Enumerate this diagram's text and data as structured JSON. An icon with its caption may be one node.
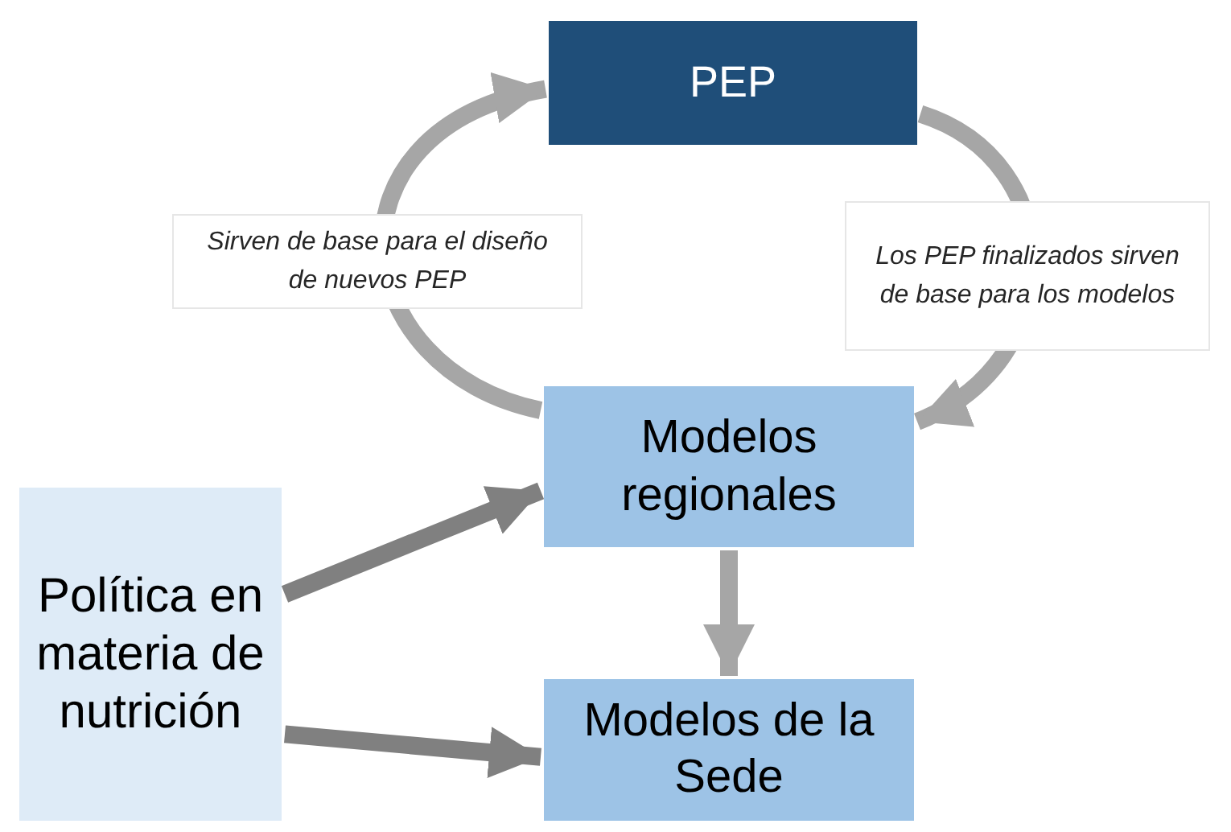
{
  "diagram": {
    "nodes": [
      {
        "text": [
          "PEP"
        ]
      },
      {
        "text": [
          "Modelos regionales"
        ]
      },
      {
        "text": [
          "Política en materia de nutrición"
        ]
      },
      {
        "text": [
          "Modelos de la Sede"
        ]
      }
    ],
    "edges": [
      {
        "from": 1,
        "to": 0,
        "arrow": "to",
        "label": "Sirven de base para el diseño de nuevos PEP"
      },
      {
        "from": 0,
        "to": 1,
        "arrow": "to",
        "label": "Los PEP finalizados sirven de base para los modelos"
      },
      {
        "from": 2,
        "to": 1,
        "arrow": "to",
        "color": "#808080"
      },
      {
        "from": 2,
        "to": 3,
        "arrow": "to",
        "color": "#808080"
      },
      {
        "from": 1,
        "to": 3,
        "arrow": "to"
      }
    ]
  }
}
